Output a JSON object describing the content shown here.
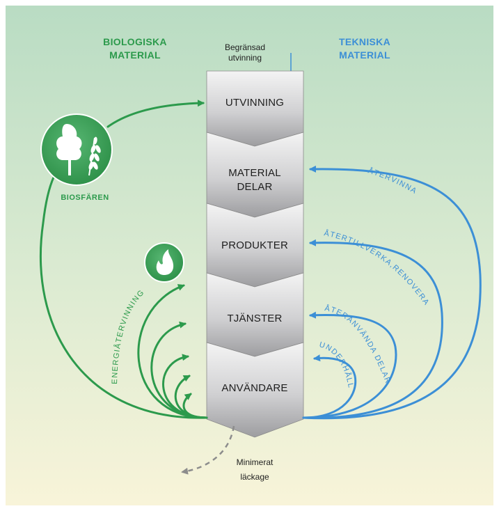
{
  "headings": {
    "biological_line1": "BIOLOGISKA",
    "biological_line2": "MATERIAL",
    "technical_line1": "TEKNISKA",
    "technical_line2": "MATERIAL"
  },
  "top_note": {
    "line1": "Begränsad",
    "line2": "utvinning"
  },
  "stages": [
    {
      "line1": "UTVINNING",
      "line2": ""
    },
    {
      "line1": "MATERIAL",
      "line2": "DELAR"
    },
    {
      "line1": "PRODUKTER",
      "line2": ""
    },
    {
      "line1": "TJÄNSTER",
      "line2": ""
    },
    {
      "line1": "ANVÄNDARE",
      "line2": ""
    }
  ],
  "biosphere": {
    "label": "BIOSFÄREN",
    "icon": "tree-and-wheat-icon"
  },
  "energy": {
    "label": "ENERGIÅTERVINNING",
    "icon": "flame-icon"
  },
  "technical_loops": {
    "recycle": "ÅTERVINNA",
    "remanufacture": "ÅTERTILLVERKA,RENOVERA",
    "reuse": "ÅTERANVÄNDA DELAR",
    "maintain": "UNDERHÅLL"
  },
  "leakage": {
    "line1": "Minimerat",
    "line2": "läckage"
  },
  "colors": {
    "green": "#2c9a4c",
    "blue": "#3c8fd6",
    "gray": "#8c8c8c",
    "bg_top": "#b9dcc3",
    "bg_bottom": "#f8f4d9"
  }
}
